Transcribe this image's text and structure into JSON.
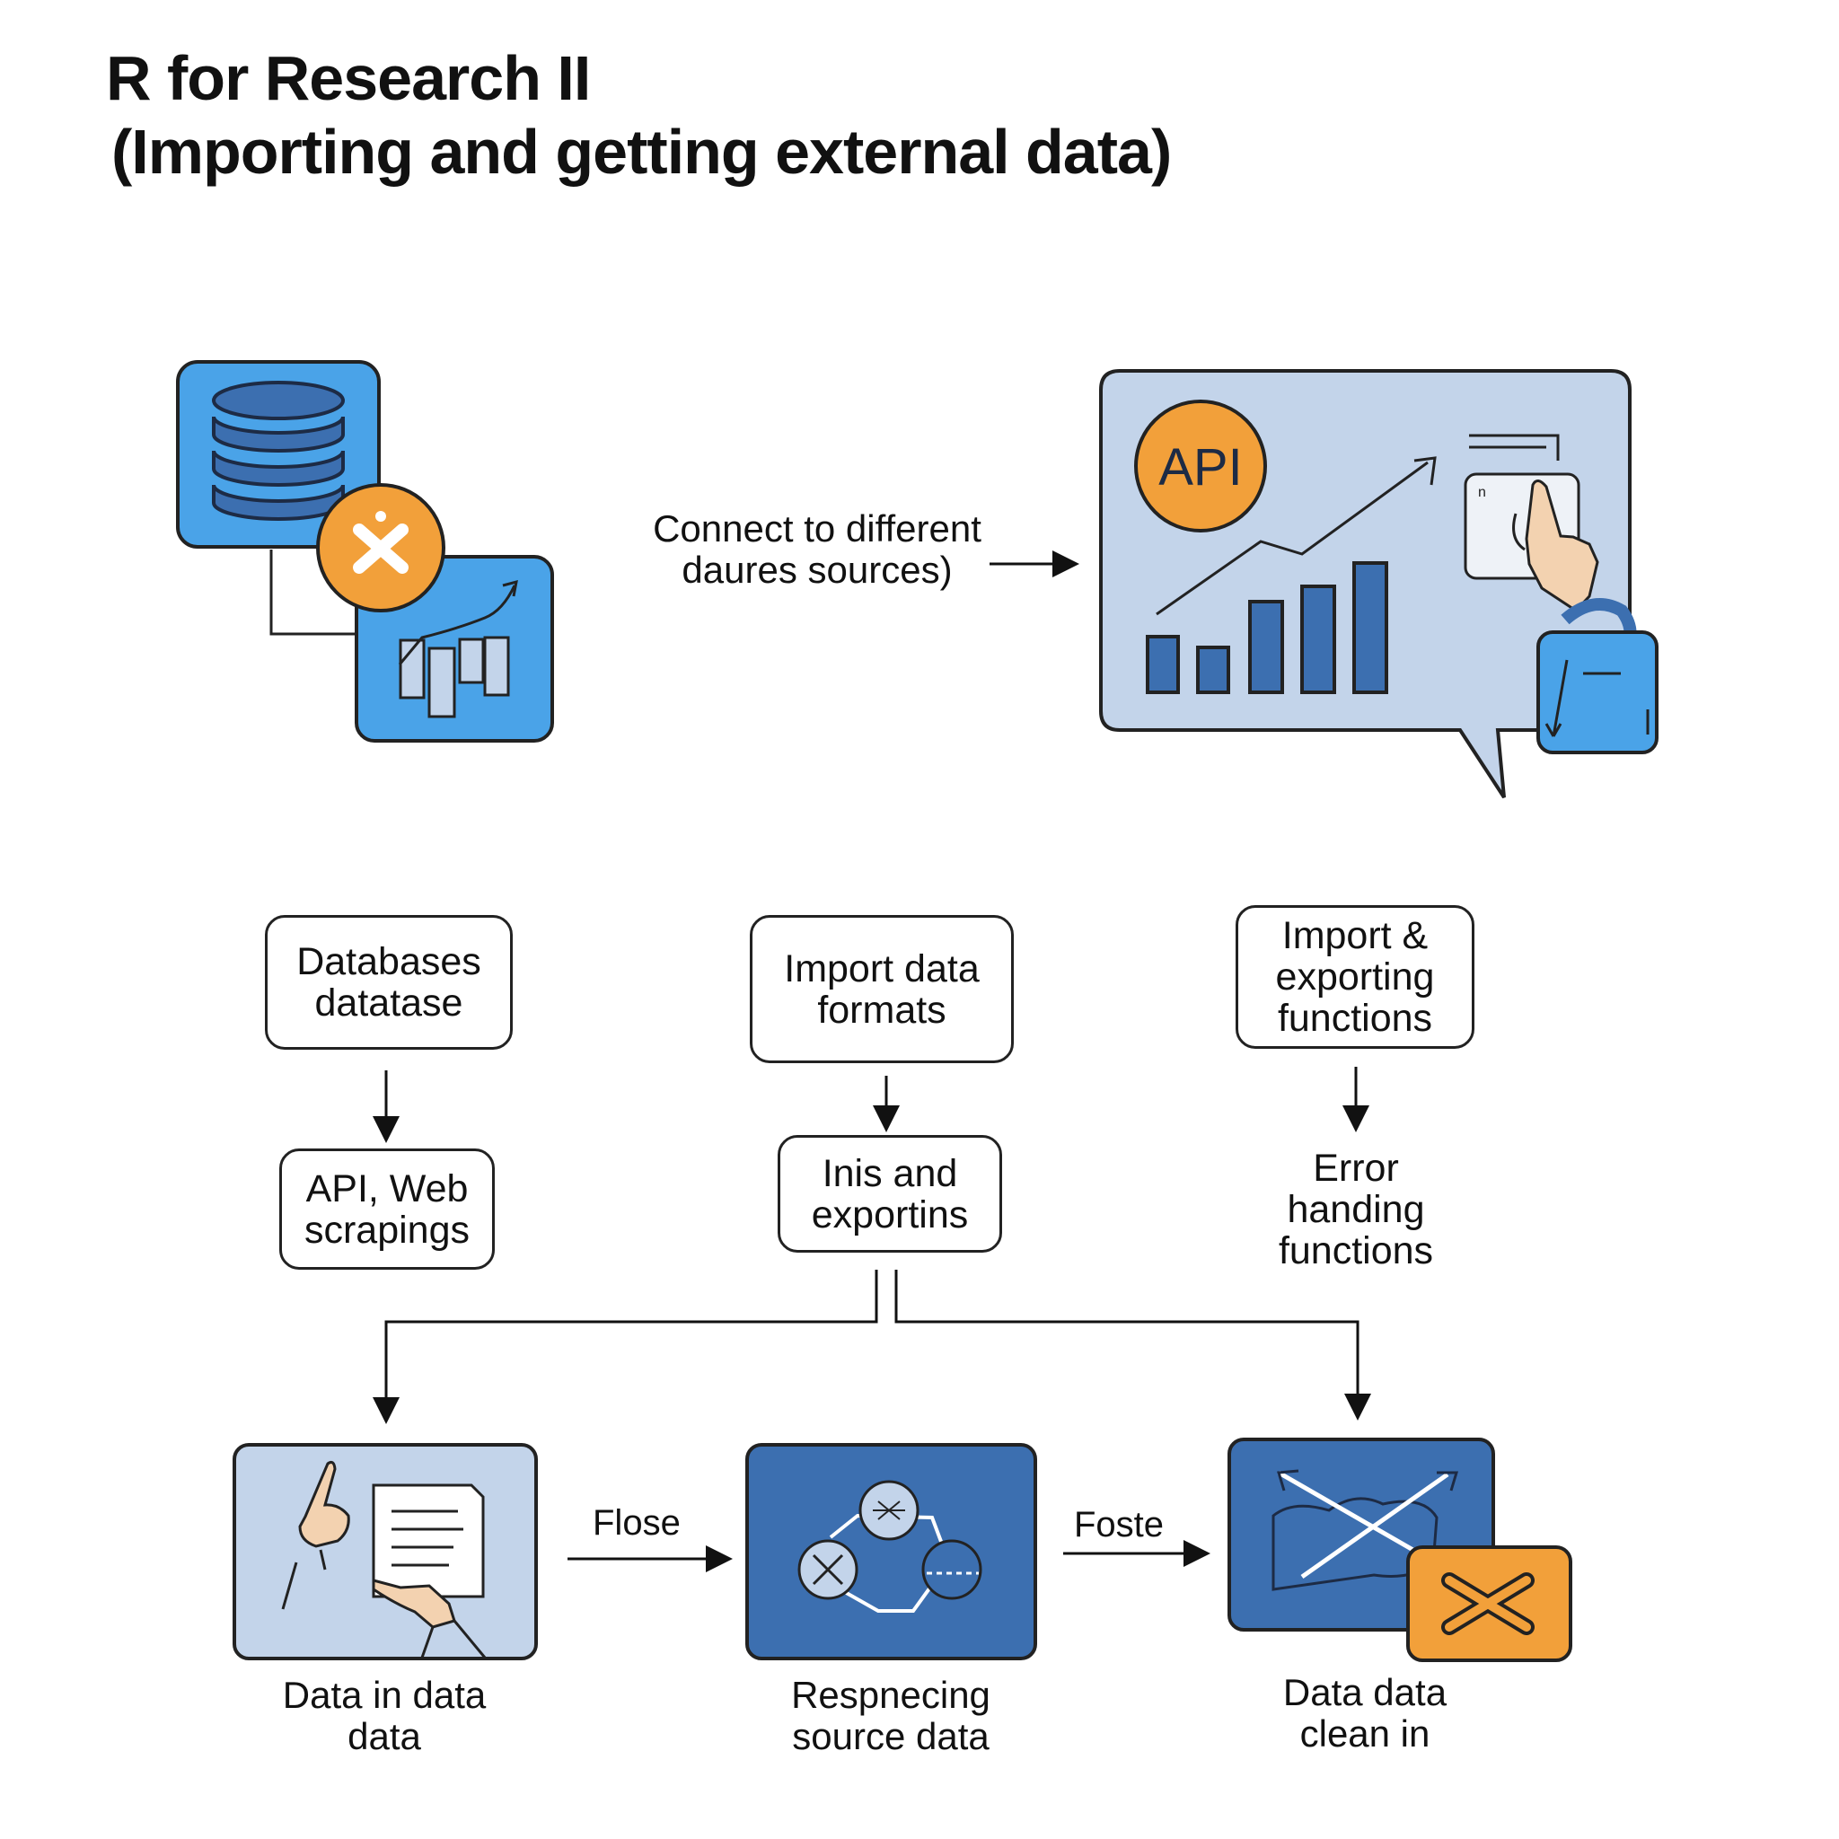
{
  "title": {
    "line1": "R for Research II",
    "line2": "(Importing and getting external data)"
  },
  "top": {
    "connect_line1": "Connect to different",
    "connect_line2": "daures sources)",
    "api_badge": "API"
  },
  "column_left": {
    "box1_line1": "Databases",
    "box1_line2": "datatase",
    "box2_line1": "API, Web",
    "box2_line2": "scrapings"
  },
  "column_middle": {
    "box1_line1": "Import data",
    "box1_line2": "formats",
    "box2_line1": "Inis and",
    "box2_line2": "exportins"
  },
  "column_right": {
    "box1_line1": "Import &",
    "box1_line2": "exporting",
    "box1_line3": "functions",
    "text_line1": "Error",
    "text_line2": "handing",
    "text_line3": "functions"
  },
  "bottom": {
    "arrow1_label": "Flose",
    "arrow2_label": "Foste",
    "card1_line1": "Data in data",
    "card1_line2": "data",
    "card2_line1": "Respnecing",
    "card2_line2": "source data",
    "card3_line1": "Data data",
    "card3_line2": "clean in"
  },
  "colors": {
    "bright_blue": "#4aa3e8",
    "dark_blue": "#3c6fb0",
    "light_blue": "#c3d4ea",
    "orange": "#f2a03a",
    "skin": "#f3d2b0",
    "ink": "#222222"
  }
}
